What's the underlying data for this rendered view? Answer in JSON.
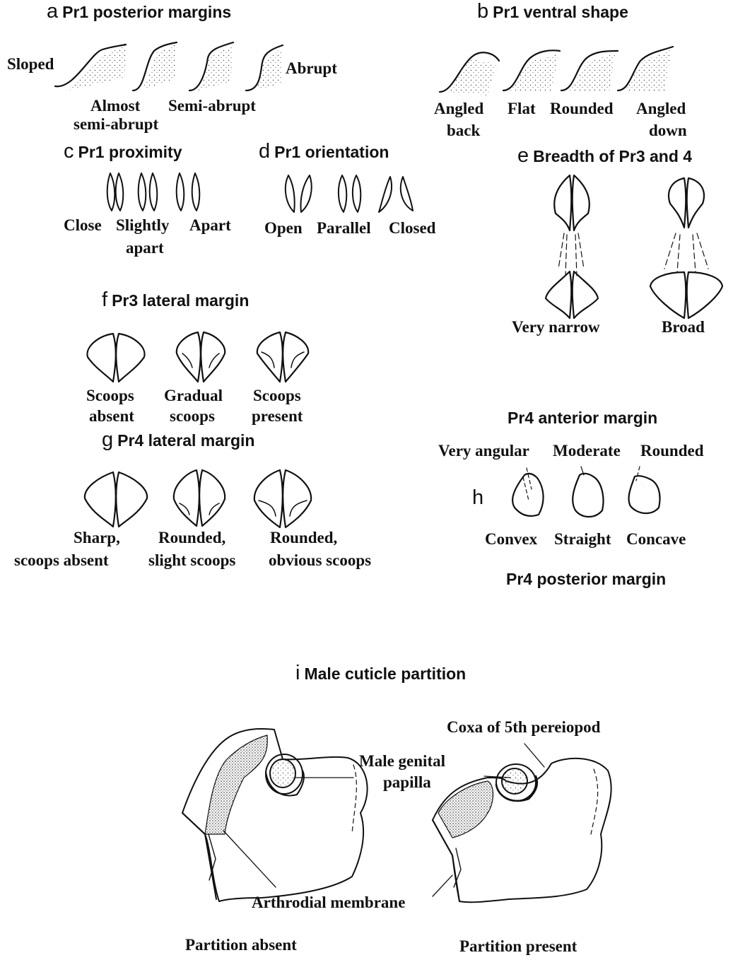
{
  "panels": {
    "a": {
      "letter": "a",
      "title": "Pr1 posterior margins",
      "labels": [
        "Sloped",
        "Almost",
        "semi-abrupt",
        "Semi-abrupt",
        "Abrupt"
      ]
    },
    "b": {
      "letter": "b",
      "title": "Pr1 ventral shape",
      "labels": [
        "Angled",
        "back",
        "Flat",
        "Rounded",
        "Angled",
        "down"
      ]
    },
    "c": {
      "letter": "c",
      "title": "Pr1 proximity",
      "labels": [
        "Close",
        "Slightly",
        "apart",
        "Apart"
      ]
    },
    "d": {
      "letter": "d",
      "title": "Pr1 orientation",
      "labels": [
        "Open",
        "Parallel",
        "Closed"
      ]
    },
    "e": {
      "letter": "e",
      "title": "Breadth of Pr3  and 4",
      "labels": [
        "Very narrow",
        "Broad"
      ]
    },
    "f": {
      "letter": "f",
      "title": "Pr3 lateral margin",
      "labels": [
        "Scoops",
        "absent",
        "Gradual",
        "scoops",
        "Scoops",
        "present"
      ]
    },
    "g": {
      "letter": "g",
      "title": "Pr4 lateral margin",
      "labels": [
        "Sharp,",
        "scoops absent",
        "Rounded,",
        "slight scoops",
        "Rounded,",
        "obvious scoops"
      ]
    },
    "h": {
      "letter": "h",
      "top_title": "Pr4 anterior margin",
      "top_labels": [
        "Very angular",
        "Moderate",
        "Rounded"
      ],
      "bottom_labels": [
        "Convex",
        "Straight",
        "Concave"
      ],
      "bottom_title": "Pr4 posterior margin"
    },
    "i": {
      "letter": "i",
      "title": "Male cuticle partition",
      "labels": {
        "coxa": "Coxa of 5th pereiopod",
        "papilla_1": "Male genital",
        "papilla_2": "papilla",
        "membrane": "Arthrodial membrane",
        "absent": "Partition absent",
        "present": "Partition present"
      }
    }
  }
}
